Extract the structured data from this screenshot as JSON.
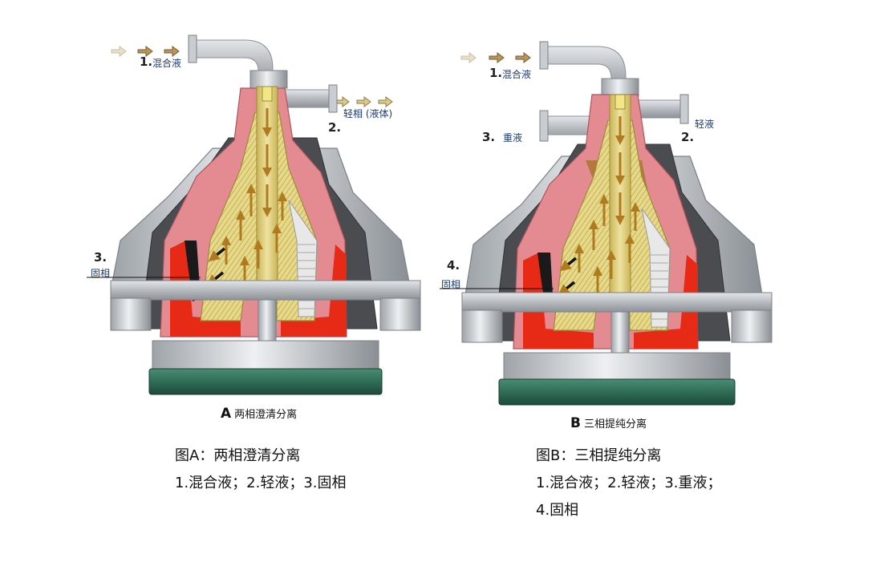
{
  "diagram_a": {
    "inlet_num": "1.",
    "inlet_label": "混合液",
    "light_num": "2.",
    "light_label": "轻相 (液体)",
    "solid_num": "3.",
    "solid_label": "固相",
    "caption_letter": "A",
    "caption_text": "两相澄清分离"
  },
  "diagram_b": {
    "inlet_num": "1.",
    "inlet_label": "混合液",
    "light_num": "2.",
    "light_label": "轻液",
    "heavy_num": "3.",
    "heavy_label": "重液",
    "solid_num": "4.",
    "solid_label": "固相",
    "caption_letter": "B",
    "caption_text": "三相提纯分离"
  },
  "desc_a": {
    "line1": "图A：两相澄清分离",
    "line2": "1.混合液；2.轻液；3.固相"
  },
  "desc_b": {
    "line1": "图B：三相提纯分离",
    "line2": "1.混合液；2.轻液；3.重液；",
    "line3": "4.固相"
  },
  "colors": {
    "steel": "#b9bdc2",
    "dark_casing": "#4a4c50",
    "pink_bowl": "#e48b92",
    "red_solids": "#e62a16",
    "disc_yellow": "#d9c86a",
    "base_green": "#2f6d57",
    "label_blue": "#1b3a73"
  }
}
